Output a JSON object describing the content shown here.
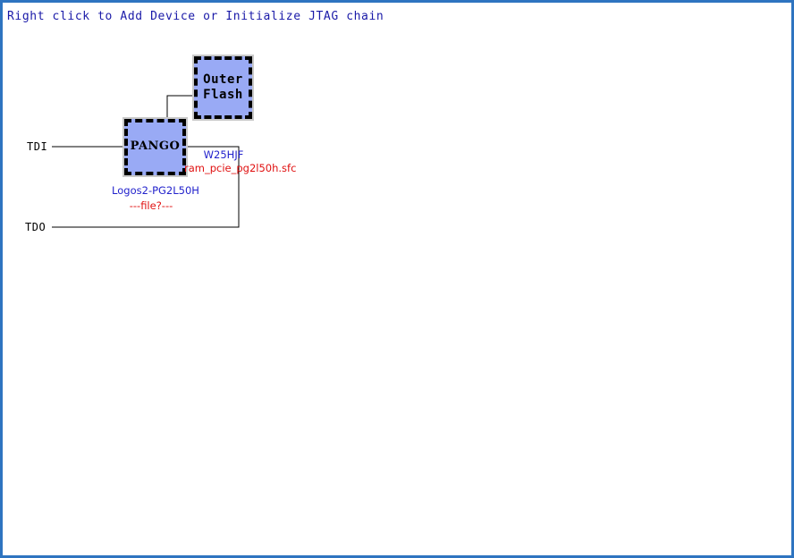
{
  "window": {
    "border_color": "#2e74c0",
    "background": "#ffffff"
  },
  "hint": {
    "text": "Right click to Add Device or Initialize JTAG chain",
    "color": "#1a1aa8"
  },
  "schematic": {
    "ports": [
      {
        "name": "tdi-port",
        "label": "TDI"
      },
      {
        "name": "tdo-port",
        "label": "TDO"
      }
    ],
    "devices": [
      {
        "id": "fpga",
        "block_label": "PANGO",
        "part_label": "Logos2-PG2L50H",
        "file_label": "---file?---",
        "fill": "#99aaf5",
        "border": "#000000"
      },
      {
        "id": "flash",
        "block_label": "Outer\nFlash",
        "part_label": "W25HJF",
        "file_label": "ram_pcie_pg2l50h.sfc",
        "fill": "#99aaf5",
        "border": "#000000"
      }
    ],
    "colors": {
      "part_text": "#2222cc",
      "file_text": "#e01010",
      "wire": "#000000"
    }
  }
}
